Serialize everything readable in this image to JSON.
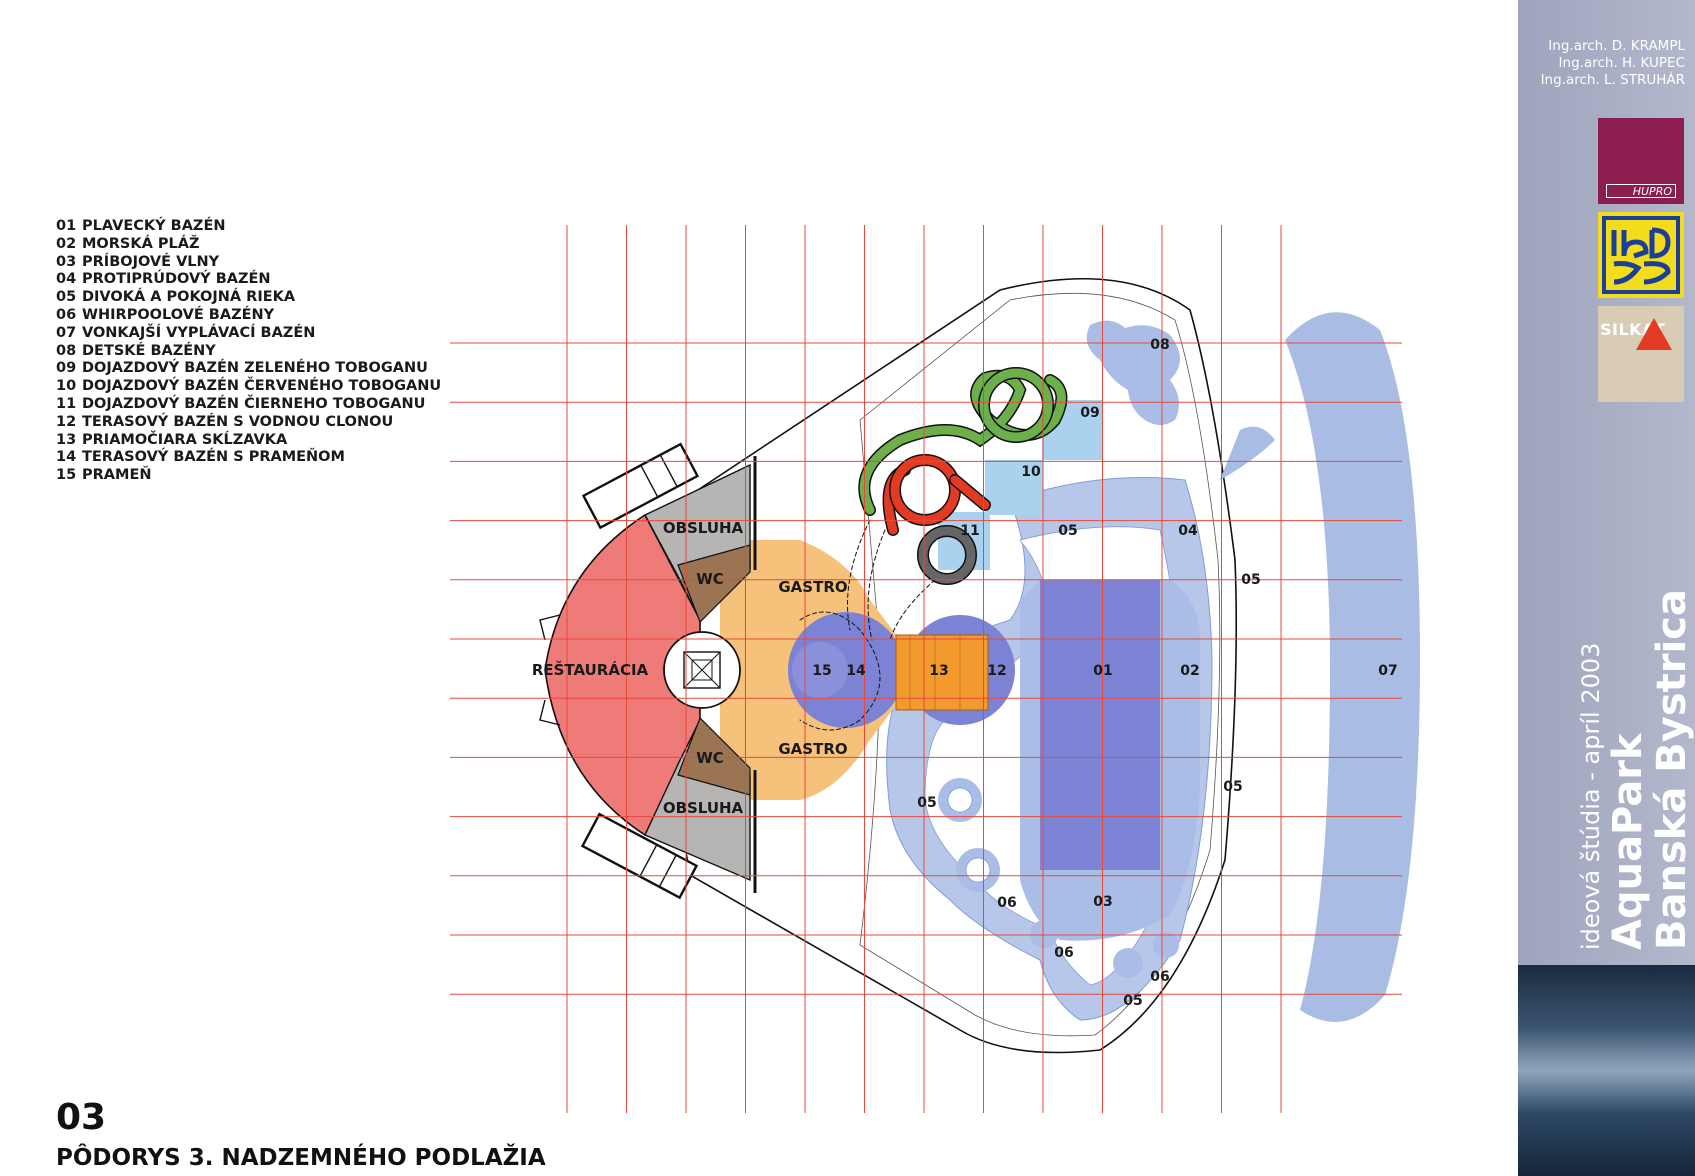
{
  "legend": [
    {
      "num": "01",
      "label": "PLAVECKÝ BAZÉN"
    },
    {
      "num": "02",
      "label": "MORSKÁ PLÁŽ"
    },
    {
      "num": "03",
      "label": "PRÍBOJOVÉ VLNY"
    },
    {
      "num": "04",
      "label": "PROTIPRÚDOVÝ BAZÉN"
    },
    {
      "num": "05",
      "label": "DIVOKÁ A POKOJNÁ RIEKA"
    },
    {
      "num": "06",
      "label": "WHIRPOOLOVÉ BAZÉNY"
    },
    {
      "num": "07",
      "label": "VONKAJŠÍ VYPLÁVACÍ BAZÉN"
    },
    {
      "num": "08",
      "label": "DETSKÉ BAZÉNY"
    },
    {
      "num": "09",
      "label": "DOJAZDOVÝ BAZÉN ZELENÉHO TOBOGANU"
    },
    {
      "num": "10",
      "label": "DOJAZDOVÝ BAZÉN ČERVENÉHO TOBOGANU"
    },
    {
      "num": "11",
      "label": "DOJAZDOVÝ BAZÉN ČIERNEHO TOBOGANU"
    },
    {
      "num": "12",
      "label": "TERASOVÝ BAZÉN S VODNOU CLONOU"
    },
    {
      "num": "13",
      "label": "PRIAMOČIARA SKĹZAVKA"
    },
    {
      "num": "14",
      "label": "TERASOVÝ BAZÉN S PRAMEŇOM"
    },
    {
      "num": "15",
      "label": "PRAMEŇ"
    }
  ],
  "sheet": {
    "number": "03",
    "title": "PÔDORYS 3. NADZEMNÉHO PODLAŽIA"
  },
  "rooms": {
    "restaurant": "REŠTAURÁCIA",
    "service_top": "OBSLUHA",
    "service_bottom": "OBSLUHA",
    "wc_top": "WC",
    "wc_bottom": "WC",
    "gastro_top": "GASTRO",
    "gastro_bottom": "GASTRO"
  },
  "pool_labels": {
    "p01": "01",
    "p02": "02",
    "p03": "03",
    "p04": "04",
    "p05a": "05",
    "p05b": "05",
    "p05c": "05",
    "p05d": "05",
    "p05e": "05",
    "p06a": "06",
    "p06b": "06",
    "p06c": "06",
    "p07": "07",
    "p08": "08",
    "p09": "09",
    "p10": "10",
    "p11": "11",
    "p12": "12",
    "p13": "13",
    "p14": "14",
    "p15": "15"
  },
  "sidebar": {
    "architects": [
      "Ing.arch.  D. KRAMPL",
      "Ing.arch.  H.  KUPEC",
      "Ing.arch. L. STRUHÁR"
    ],
    "hupro_logo": "HUPRO",
    "silkat_logo": "SILKAT",
    "study_line": "ideová štúdia - apríl 2003",
    "project_name": "AquaPark",
    "city": "Banská Bystrica"
  },
  "colors": {
    "grid": "#e8483a",
    "pool": "#a9bde4",
    "pool_dark": "#7a82d6",
    "restaurant": "#ee7b78",
    "service": "#b7b4b4",
    "wc": "#9a7453",
    "gastro": "#f6c27b",
    "slide": "#f29a2e",
    "green_slide": "#6db04b",
    "red_slide": "#e23a23",
    "black_slide": "#555555",
    "sidebar": "#a9aec4",
    "hupro": "#8b1e4e",
    "ipos": "#f3dc1c",
    "silkat": "#d9ccb4"
  }
}
